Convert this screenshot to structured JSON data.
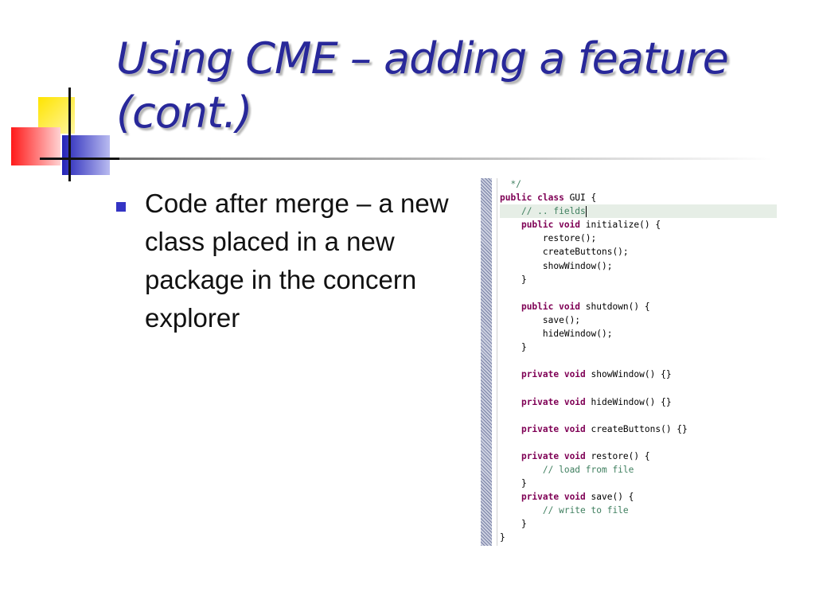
{
  "slide": {
    "title_line1": "Using CME – adding a feature",
    "title_line2": "(cont.)",
    "bullets": [
      {
        "text": "Code after merge – a new class placed in a new package in the concern explorer"
      }
    ]
  },
  "code_view": {
    "lines": [
      {
        "indent": "  ",
        "segments": [
          {
            "t": "*/",
            "k": "cm"
          }
        ]
      },
      {
        "indent": "",
        "segments": [
          {
            "t": "public class",
            "k": "kw"
          },
          {
            "t": " GUI {",
            "k": ""
          }
        ]
      },
      {
        "indent": "    ",
        "highlight": true,
        "segments": [
          {
            "t": "// .. fields",
            "k": "cm"
          }
        ]
      },
      {
        "indent": "    ",
        "segments": [
          {
            "t": "public void",
            "k": "kw"
          },
          {
            "t": " initialize() {",
            "k": ""
          }
        ]
      },
      {
        "indent": "        ",
        "segments": [
          {
            "t": "restore();",
            "k": ""
          }
        ]
      },
      {
        "indent": "        ",
        "segments": [
          {
            "t": "createButtons();",
            "k": ""
          }
        ]
      },
      {
        "indent": "        ",
        "segments": [
          {
            "t": "showWindow();",
            "k": ""
          }
        ]
      },
      {
        "indent": "    ",
        "segments": [
          {
            "t": "}",
            "k": ""
          }
        ]
      },
      {
        "indent": "",
        "segments": []
      },
      {
        "indent": "    ",
        "segments": [
          {
            "t": "public void",
            "k": "kw"
          },
          {
            "t": " shutdown() {",
            "k": ""
          }
        ]
      },
      {
        "indent": "        ",
        "segments": [
          {
            "t": "save();",
            "k": ""
          }
        ]
      },
      {
        "indent": "        ",
        "segments": [
          {
            "t": "hideWindow();",
            "k": ""
          }
        ]
      },
      {
        "indent": "    ",
        "segments": [
          {
            "t": "}",
            "k": ""
          }
        ]
      },
      {
        "indent": "",
        "segments": []
      },
      {
        "indent": "    ",
        "segments": [
          {
            "t": "private void",
            "k": "kw"
          },
          {
            "t": " showWindow() {}",
            "k": ""
          }
        ]
      },
      {
        "indent": "",
        "segments": []
      },
      {
        "indent": "    ",
        "segments": [
          {
            "t": "private void",
            "k": "kw"
          },
          {
            "t": " hideWindow() {}",
            "k": ""
          }
        ]
      },
      {
        "indent": "",
        "segments": []
      },
      {
        "indent": "    ",
        "segments": [
          {
            "t": "private void",
            "k": "kw"
          },
          {
            "t": " createButtons() {}",
            "k": ""
          }
        ]
      },
      {
        "indent": "",
        "segments": []
      },
      {
        "indent": "    ",
        "segments": [
          {
            "t": "private void",
            "k": "kw"
          },
          {
            "t": " restore() {",
            "k": ""
          }
        ]
      },
      {
        "indent": "        ",
        "segments": [
          {
            "t": "// load from file",
            "k": "cm"
          }
        ]
      },
      {
        "indent": "    ",
        "segments": [
          {
            "t": "}",
            "k": ""
          }
        ]
      },
      {
        "indent": "    ",
        "segments": [
          {
            "t": "private void",
            "k": "kw"
          },
          {
            "t": " save() {",
            "k": ""
          }
        ]
      },
      {
        "indent": "        ",
        "segments": [
          {
            "t": "// write to file",
            "k": "cm"
          }
        ]
      },
      {
        "indent": "    ",
        "segments": [
          {
            "t": "}",
            "k": ""
          }
        ]
      },
      {
        "indent": "",
        "segments": [
          {
            "t": "}",
            "k": ""
          }
        ]
      }
    ]
  },
  "colors": {
    "title": "#28289a",
    "bullet": "#3434c4",
    "keyword": "#7f0055",
    "comment": "#3f7f5f",
    "highlight_line": "#e6eee6"
  }
}
